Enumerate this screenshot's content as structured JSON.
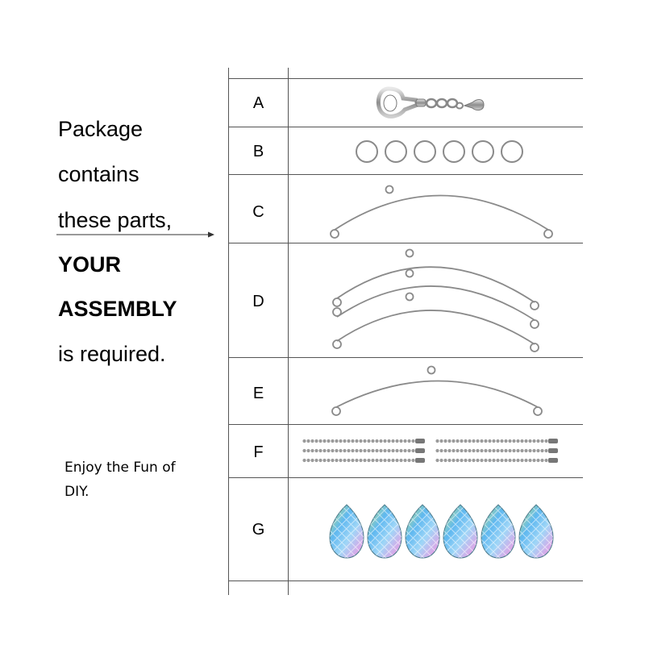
{
  "intro": {
    "line1": "Package",
    "line2": "contains",
    "line3": "these parts,",
    "line4": "YOUR",
    "line5": "ASSEMBLY",
    "line6": "is required."
  },
  "fun": {
    "line1": "Enjoy the Fun of",
    "line2": "DIY."
  },
  "parts": [
    {
      "label": "A",
      "item": "lobster-clasp-chain"
    },
    {
      "label": "B",
      "item": "jump-rings",
      "count": 6
    },
    {
      "label": "C",
      "item": "curved-wire-hoop",
      "count": 1
    },
    {
      "label": "D",
      "item": "curved-wire-hoop",
      "count": 3
    },
    {
      "label": "E",
      "item": "curved-wire-hoop",
      "count": 1
    },
    {
      "label": "F",
      "item": "ball-chains",
      "count": 6
    },
    {
      "label": "G",
      "item": "teardrop-crystal-prisms",
      "count": 6
    }
  ],
  "colors": {
    "metal": "#8a8a8a",
    "grid": "#555555"
  }
}
